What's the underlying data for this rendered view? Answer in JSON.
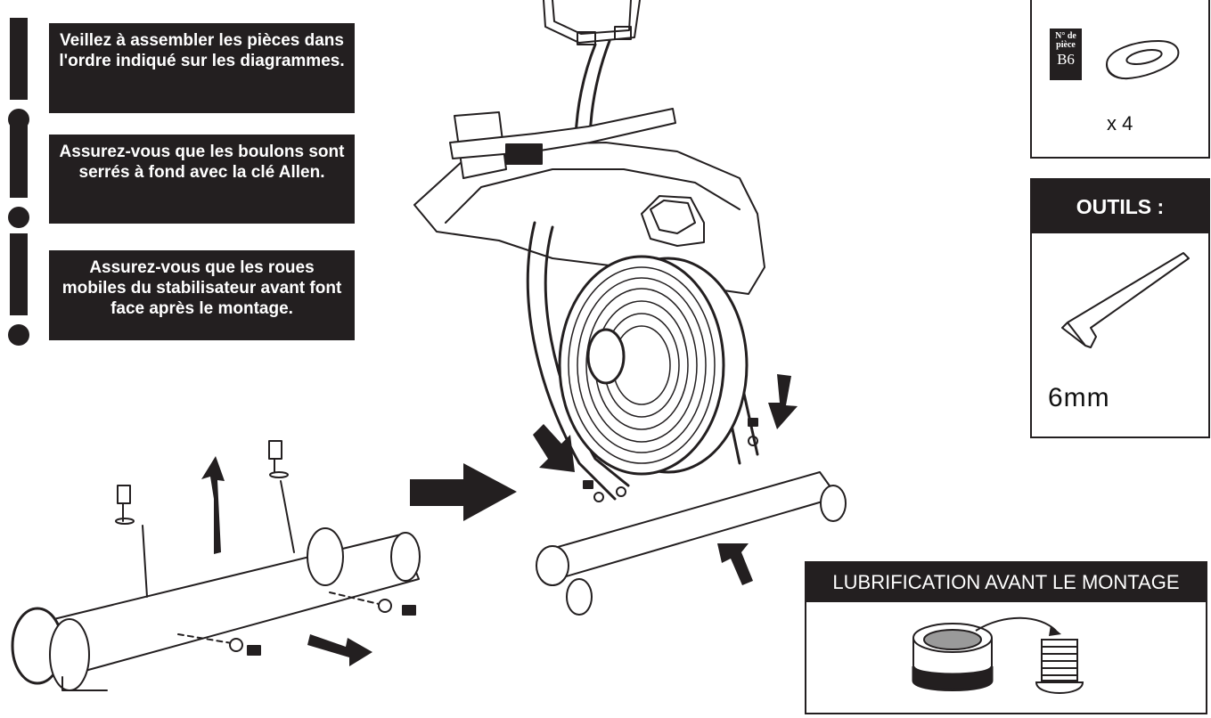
{
  "warnings": [
    {
      "text": "Veillez à assembler les pièces dans l'ordre indiqué sur les diagrammes."
    },
    {
      "text": "Assurez-vous que les boulons sont serrés à fond avec la clé Allen."
    },
    {
      "text": "Assurez-vous que les roues mobiles du stabilisateur avant font face après le montage."
    }
  ],
  "part": {
    "tag_label": "N° de pièce",
    "code": "B6",
    "quantity": "x 4",
    "icon": "washer-icon"
  },
  "tools": {
    "title": "OUTILS :",
    "size": "6mm",
    "icon": "allen-key-icon"
  },
  "lubrication": {
    "title": "LUBRIFICATION AVANT LE MONTAGE"
  },
  "colors": {
    "ink": "#231f20",
    "paper": "#ffffff"
  }
}
